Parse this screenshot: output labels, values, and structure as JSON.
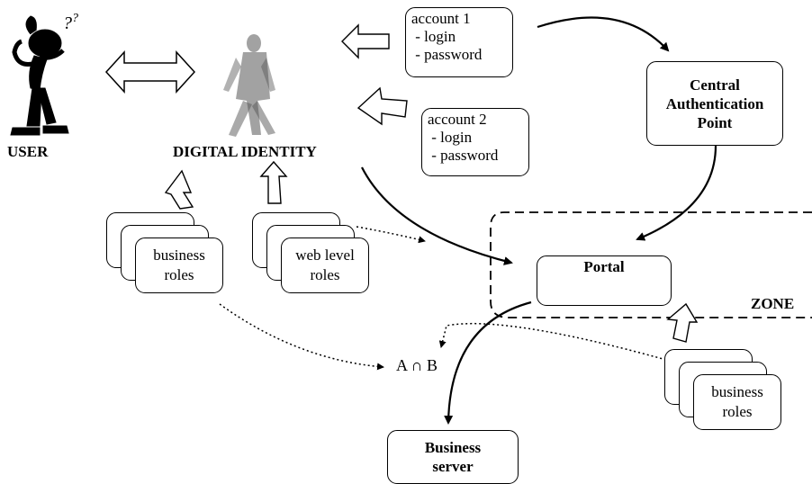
{
  "user": {
    "label": "USER"
  },
  "identity": {
    "label": "DIGITAL IDENTITY"
  },
  "account1": {
    "title": "account 1",
    "line1": " - login",
    "line2": " - password"
  },
  "account2": {
    "title": "account 2",
    "line1": " - login",
    "line2": " - password"
  },
  "cap": {
    "line1": "Central",
    "line2": "Authentication",
    "line3": "Point"
  },
  "portal": {
    "label": "Portal"
  },
  "zone": {
    "label": "ZONE"
  },
  "roles_business_left": {
    "line1": "business",
    "line2": "roles"
  },
  "roles_web": {
    "line1": "web level",
    "line2": "roles"
  },
  "roles_business_right": {
    "line1": "business",
    "line2": "roles"
  },
  "intersection": {
    "label": "A ∩ B"
  },
  "business_server": {
    "line1": "Business",
    "line2": "server"
  }
}
